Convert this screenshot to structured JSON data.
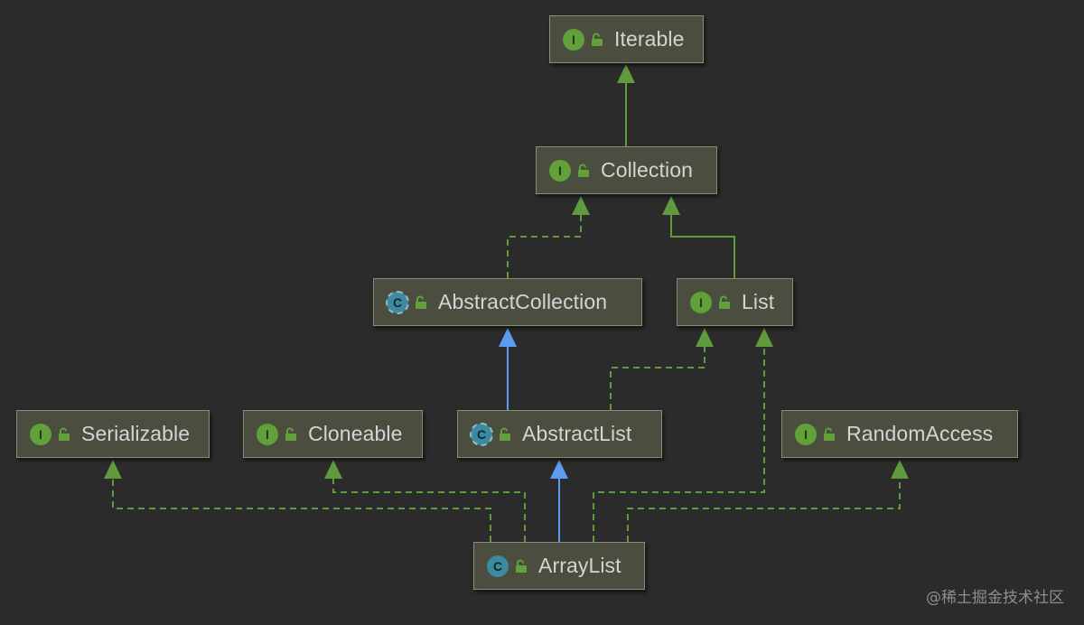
{
  "nodes": {
    "iterable": {
      "label": "Iterable",
      "kind": "I"
    },
    "collection": {
      "label": "Collection",
      "kind": "I"
    },
    "abstract_collection": {
      "label": "AbstractCollection",
      "kind": "C"
    },
    "list": {
      "label": "List",
      "kind": "I"
    },
    "serializable": {
      "label": "Serializable",
      "kind": "I"
    },
    "cloneable": {
      "label": "Cloneable",
      "kind": "I"
    },
    "abstract_list": {
      "label": "AbstractList",
      "kind": "C"
    },
    "random_access": {
      "label": "RandomAccess",
      "kind": "I"
    },
    "array_list": {
      "label": "ArrayList",
      "kind": "C"
    }
  },
  "edges": [
    {
      "from": "collection",
      "to": "iterable",
      "type": "extends"
    },
    {
      "from": "abstract_collection",
      "to": "collection",
      "type": "implements"
    },
    {
      "from": "list",
      "to": "collection",
      "type": "extends"
    },
    {
      "from": "abstract_list",
      "to": "abstract_collection",
      "type": "class-extends"
    },
    {
      "from": "abstract_list",
      "to": "list",
      "type": "implements"
    },
    {
      "from": "array_list",
      "to": "abstract_list",
      "type": "class-extends"
    },
    {
      "from": "array_list",
      "to": "serializable",
      "type": "implements"
    },
    {
      "from": "array_list",
      "to": "cloneable",
      "type": "implements"
    },
    {
      "from": "array_list",
      "to": "list",
      "type": "implements"
    },
    {
      "from": "array_list",
      "to": "random_access",
      "type": "implements"
    }
  ],
  "colors": {
    "background": "#2b2b2b",
    "node_fill": "#4b4d3f",
    "interface_edge": "#5f9a3c",
    "class_edge": "#5b9cf0",
    "interface_badge": "#62a03a",
    "class_badge": "#3b8aa0"
  },
  "watermark": "@稀土掘金技术社区"
}
